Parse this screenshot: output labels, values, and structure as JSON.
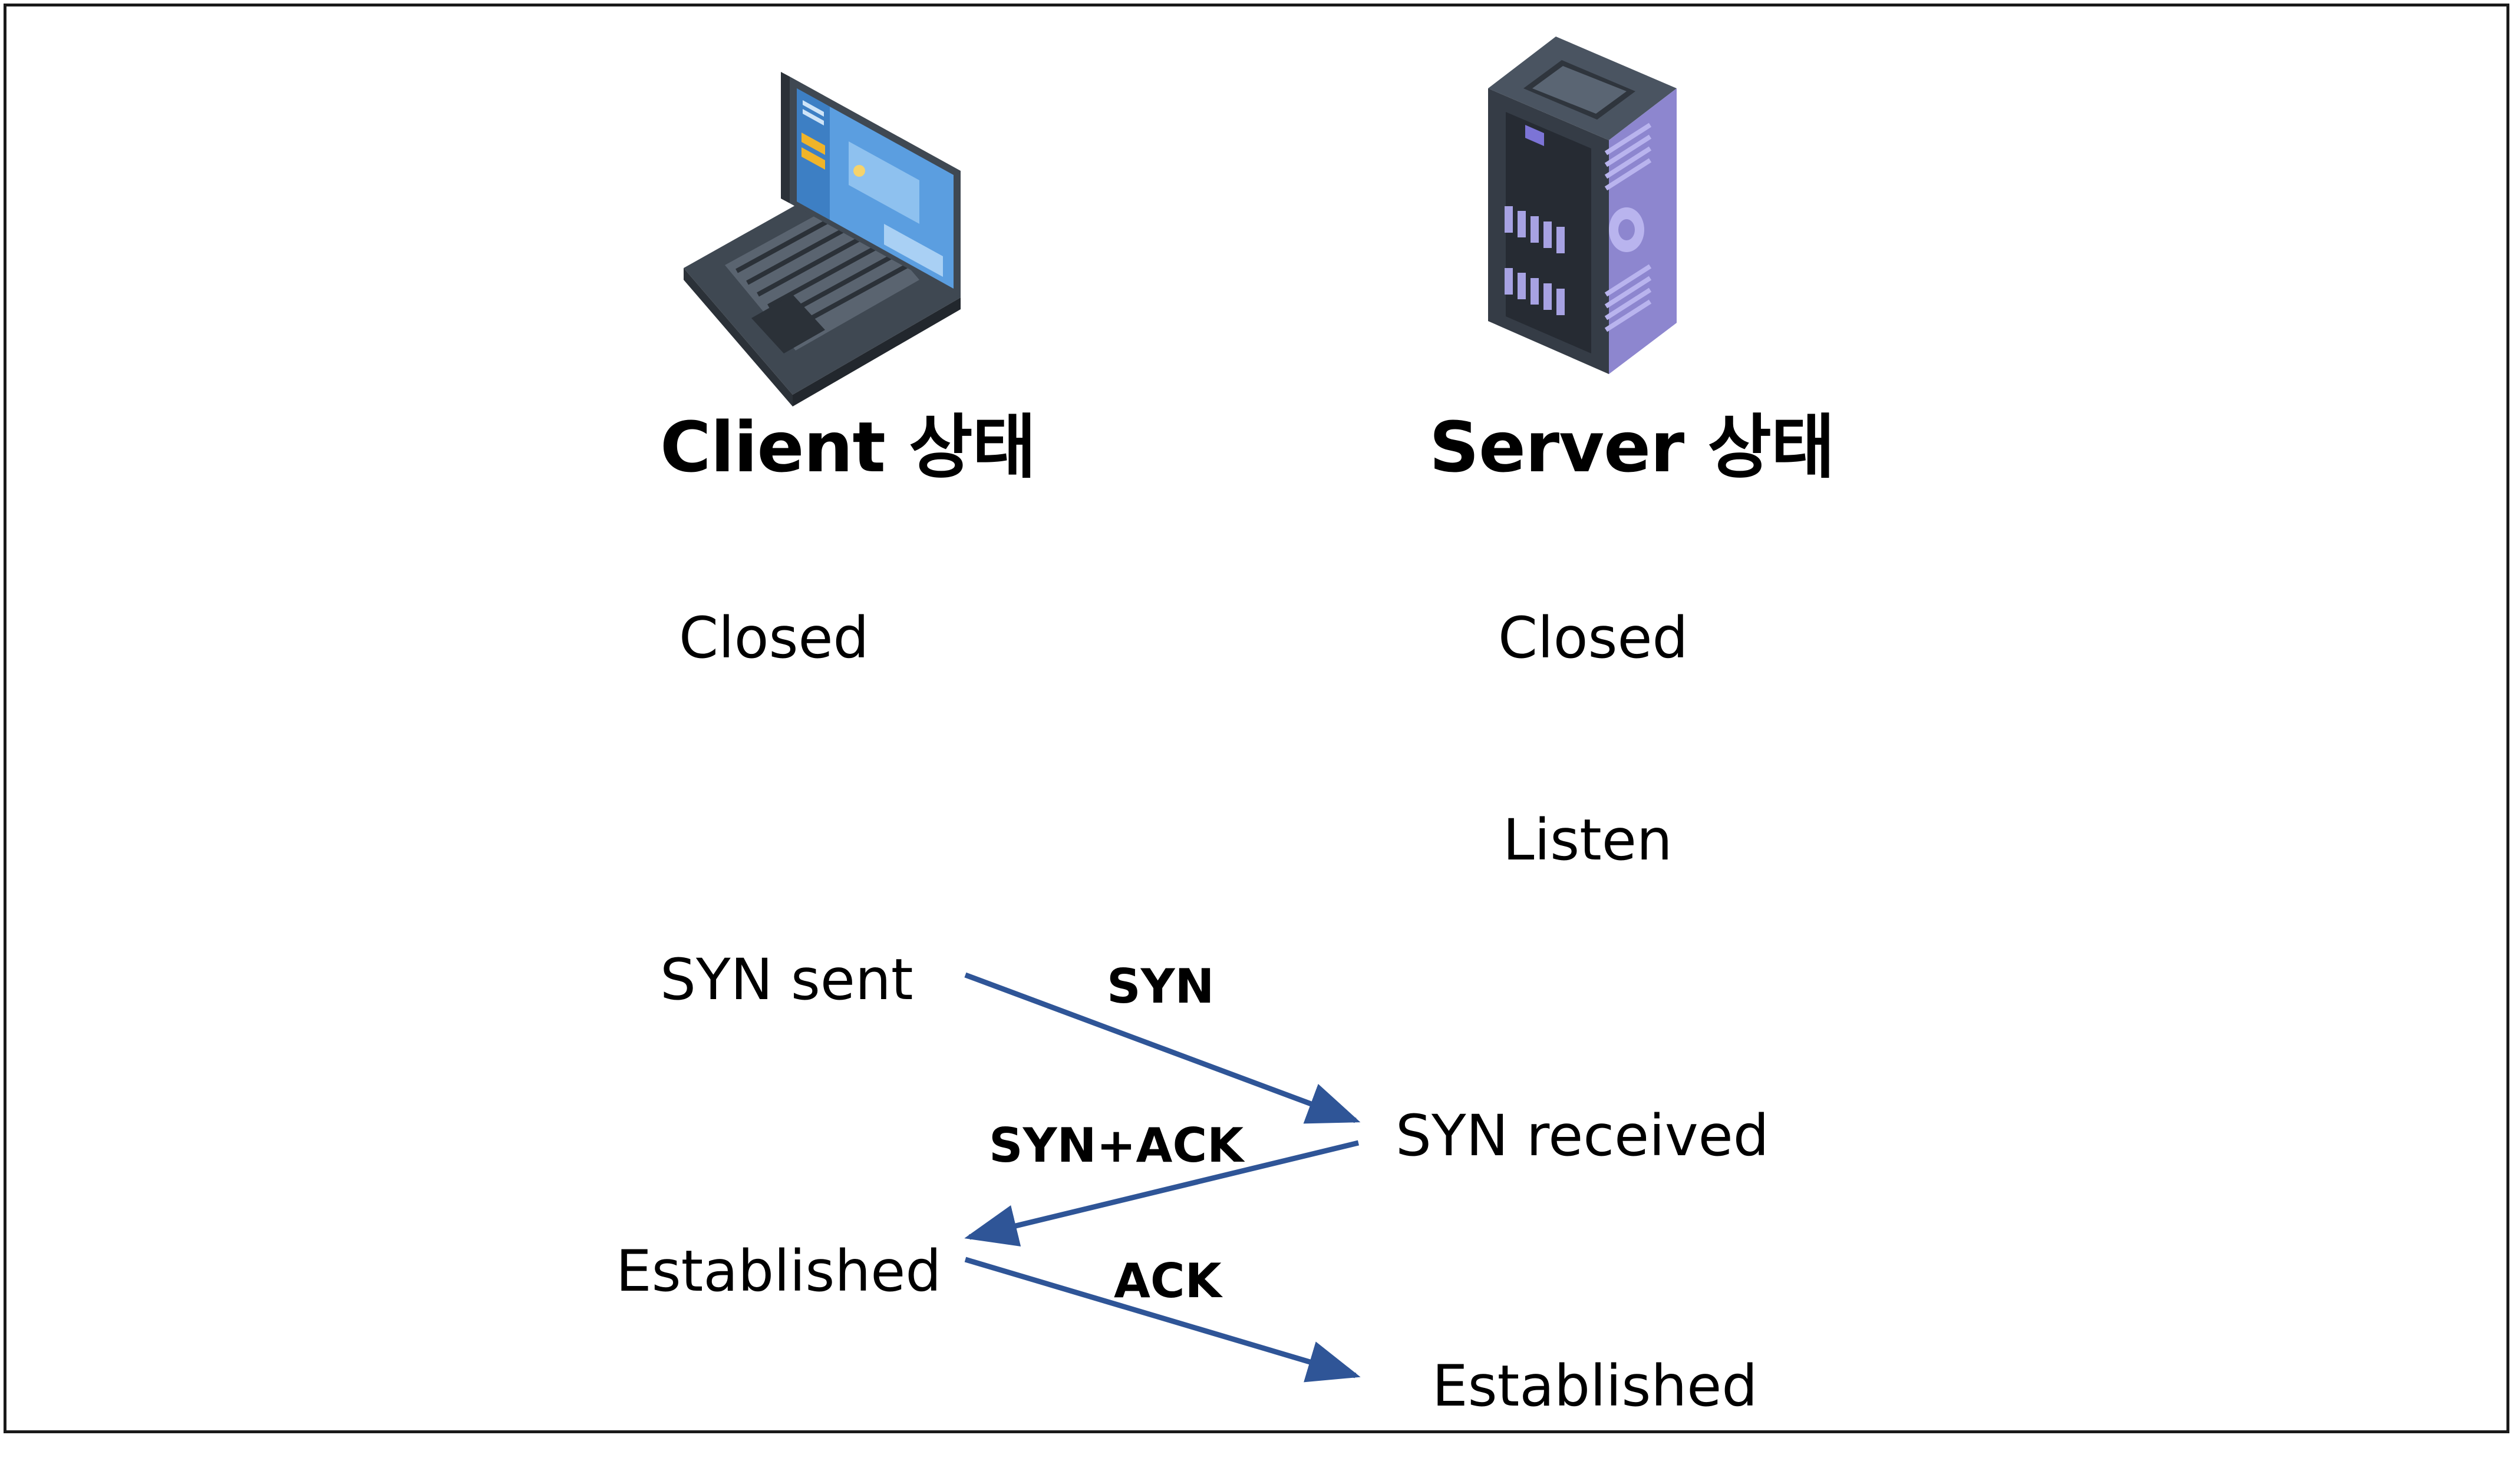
{
  "client": {
    "title": "Client 상태",
    "states": {
      "closed": "Closed",
      "syn_sent": "SYN sent",
      "established": "Established"
    }
  },
  "server": {
    "title": "Server 상태",
    "states": {
      "closed": "Closed",
      "listen": "Listen",
      "syn_received": "SYN received",
      "established": "Established"
    }
  },
  "messages": {
    "syn": "SYN",
    "syn_ack": "SYN+ACK",
    "ack": "ACK"
  },
  "colors": {
    "arrow": "#2f5597",
    "text": "#000000",
    "frame": "#1a1a1a"
  },
  "icons": {
    "client": "laptop-icon",
    "server": "server-icon"
  }
}
